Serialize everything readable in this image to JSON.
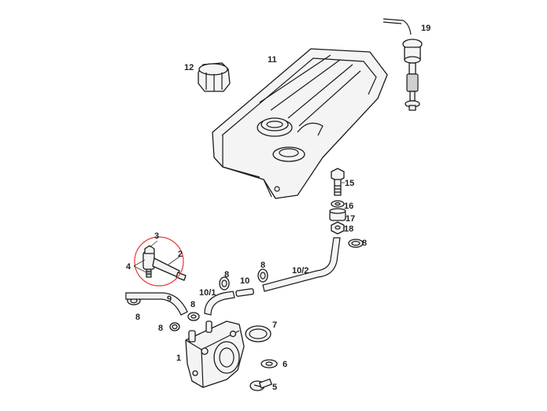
{
  "diagram": {
    "labels": {
      "p1": "1",
      "p2": "2",
      "p3": "3",
      "p4": "4",
      "p5": "5",
      "p6": "6",
      "p7": "7",
      "p8a": "8",
      "p8b": "8",
      "p8c": "8",
      "p8d": "8",
      "p8e": "8",
      "p8f": "8",
      "p9": "9",
      "p10": "10",
      "p10_1": "10/1",
      "p10_2": "10/2",
      "p11": "11",
      "p12": "12",
      "p15": "15",
      "p16": "16",
      "p17": "17",
      "p18": "18",
      "p19": "19"
    },
    "colors": {
      "highlight_ring": "#e53935",
      "outline": "#1a1a1a",
      "fill": "#f4f4f4"
    }
  }
}
